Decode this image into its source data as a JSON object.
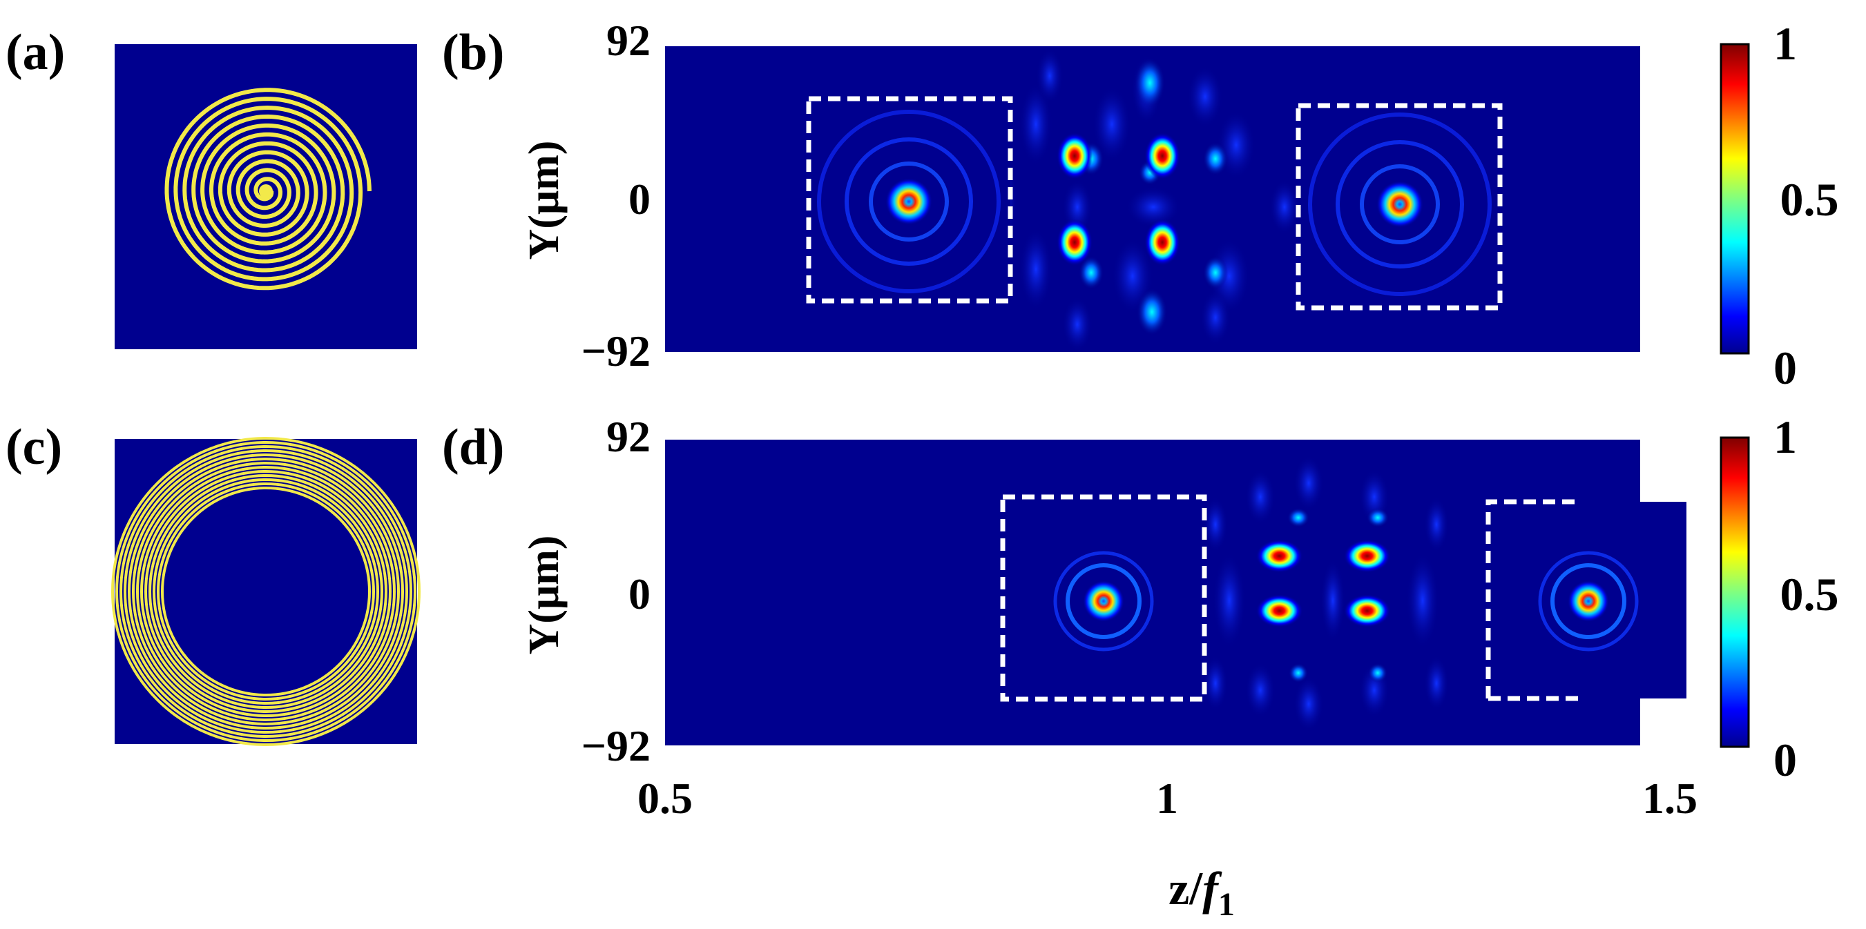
{
  "panels": {
    "a": {
      "label": "(a)"
    },
    "b": {
      "label": "(b)"
    },
    "c": {
      "label": "(c)"
    },
    "d": {
      "label": "(d)"
    }
  },
  "axes": {
    "ylabel": "Y(μm)",
    "yticks": [
      "92",
      "0",
      "−92"
    ],
    "xticks": [
      "0.5",
      "1",
      "1.5"
    ],
    "xlabel_main": "z/",
    "xlabel_italic": "f",
    "xlabel_sub": "1"
  },
  "colorbar": {
    "ticks": [
      "1",
      "0.5",
      "0"
    ],
    "colormap": "jet"
  },
  "colors": {
    "background_blue": "#00008f",
    "spiral_yellow": "#f2e94a",
    "inset_border": "#ffffff"
  },
  "chart_data": [
    {
      "panel": "b",
      "type": "heatmap",
      "xlabel": "z/f1",
      "ylabel": "Y(μm)",
      "xlim": [
        0.5,
        1.5
      ],
      "ylim": [
        -92,
        92
      ],
      "clim": [
        0,
        1
      ],
      "peaks": [
        {
          "z": 0.92,
          "y": 26,
          "intensity": 1.0
        },
        {
          "z": 1.01,
          "y": 26,
          "intensity": 1.0
        },
        {
          "z": 0.92,
          "y": -26,
          "intensity": 1.0
        },
        {
          "z": 1.01,
          "y": -26,
          "intensity": 1.0
        }
      ]
    },
    {
      "panel": "d",
      "type": "heatmap",
      "xlabel": "z/f1",
      "ylabel": "Y(μm)",
      "xlim": [
        0.5,
        1.5
      ],
      "ylim": [
        -92,
        92
      ],
      "clim": [
        0,
        1
      ],
      "peaks": [
        {
          "z": 1.13,
          "y": 22,
          "intensity": 1.0
        },
        {
          "z": 1.22,
          "y": 22,
          "intensity": 1.0
        },
        {
          "z": 1.13,
          "y": -11,
          "intensity": 1.0
        },
        {
          "z": 1.22,
          "y": -11,
          "intensity": 1.0
        }
      ]
    }
  ]
}
